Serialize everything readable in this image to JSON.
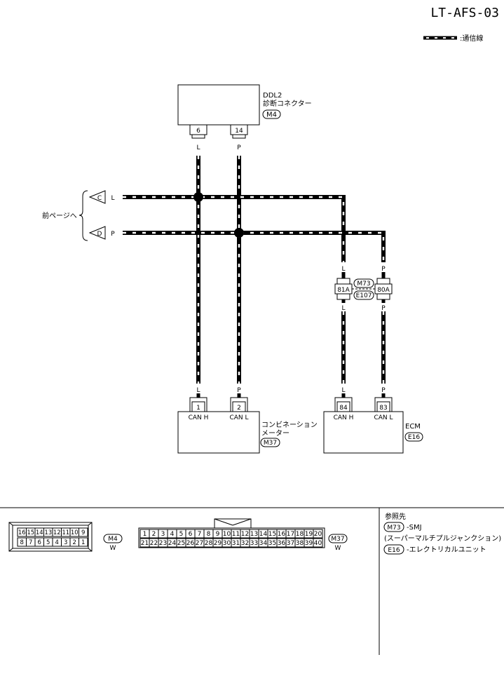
{
  "page_code": "LT-AFS-03",
  "legend": {
    "label": ":通信線"
  },
  "connectors": {
    "ddl2": {
      "name1": "DDL2",
      "name2": "診断コネクター",
      "code": "M4",
      "pins": [
        "6",
        "14"
      ]
    },
    "meter": {
      "name1": "コンビネーション",
      "name2": "メーター",
      "code": "M37",
      "pins": [
        "1",
        "2"
      ],
      "pin_labels": [
        "CAN H",
        "CAN L"
      ]
    },
    "ecm": {
      "name1": "ECM",
      "code": "E16",
      "pins": [
        "84",
        "83"
      ],
      "pin_labels": [
        "CAN H",
        "CAN L"
      ]
    },
    "joint": {
      "code_top": "M73",
      "code_bottom": "E107",
      "pins": [
        "81A",
        "80A"
      ]
    }
  },
  "wire_colors": {
    "l": "L",
    "p": "P"
  },
  "prev_page": {
    "label": "前ページへ",
    "refs": [
      "C",
      "D"
    ]
  },
  "bottom": {
    "m4": {
      "code": "M4",
      "color": "W",
      "row1": [
        "16",
        "15",
        "14",
        "13",
        "12",
        "11",
        "10",
        "9"
      ],
      "row2": [
        "8",
        "7",
        "6",
        "5",
        "4",
        "3",
        "2",
        "1"
      ]
    },
    "m37": {
      "code": "M37",
      "color": "W",
      "row1": [
        "1",
        "2",
        "3",
        "4",
        "5",
        "6",
        "7",
        "8",
        "9",
        "10",
        "11",
        "12",
        "13",
        "14",
        "15",
        "16",
        "17",
        "18",
        "19",
        "20"
      ],
      "row2": [
        "21",
        "22",
        "23",
        "24",
        "25",
        "26",
        "27",
        "28",
        "29",
        "30",
        "31",
        "32",
        "33",
        "34",
        "35",
        "36",
        "37",
        "38",
        "39",
        "40"
      ]
    },
    "reference": {
      "title": "参照先",
      "items": [
        {
          "code": "M73",
          "text": "-SMJ",
          "subtext": "(スーパーマルチプルジャンクション)"
        },
        {
          "code": "E16",
          "text": "-エレクトリカルユニット"
        }
      ]
    }
  }
}
